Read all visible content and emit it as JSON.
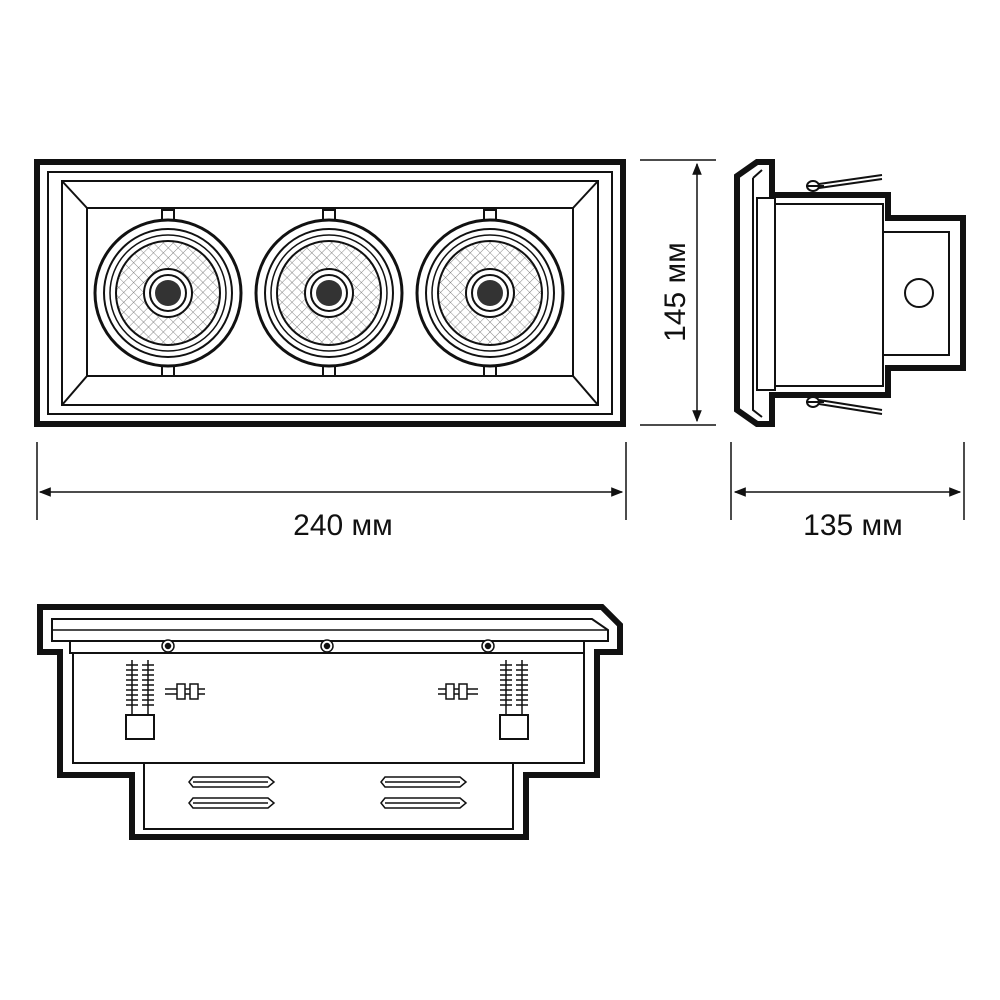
{
  "dimensions": {
    "width_label": "240 мм",
    "height_label": "145 мм",
    "depth_label": "135 мм"
  },
  "drawing": {
    "views": [
      "front-view",
      "side-view",
      "bottom-view"
    ],
    "lamp_modules": 3,
    "line_color": "#111111",
    "background": "#ffffff"
  }
}
